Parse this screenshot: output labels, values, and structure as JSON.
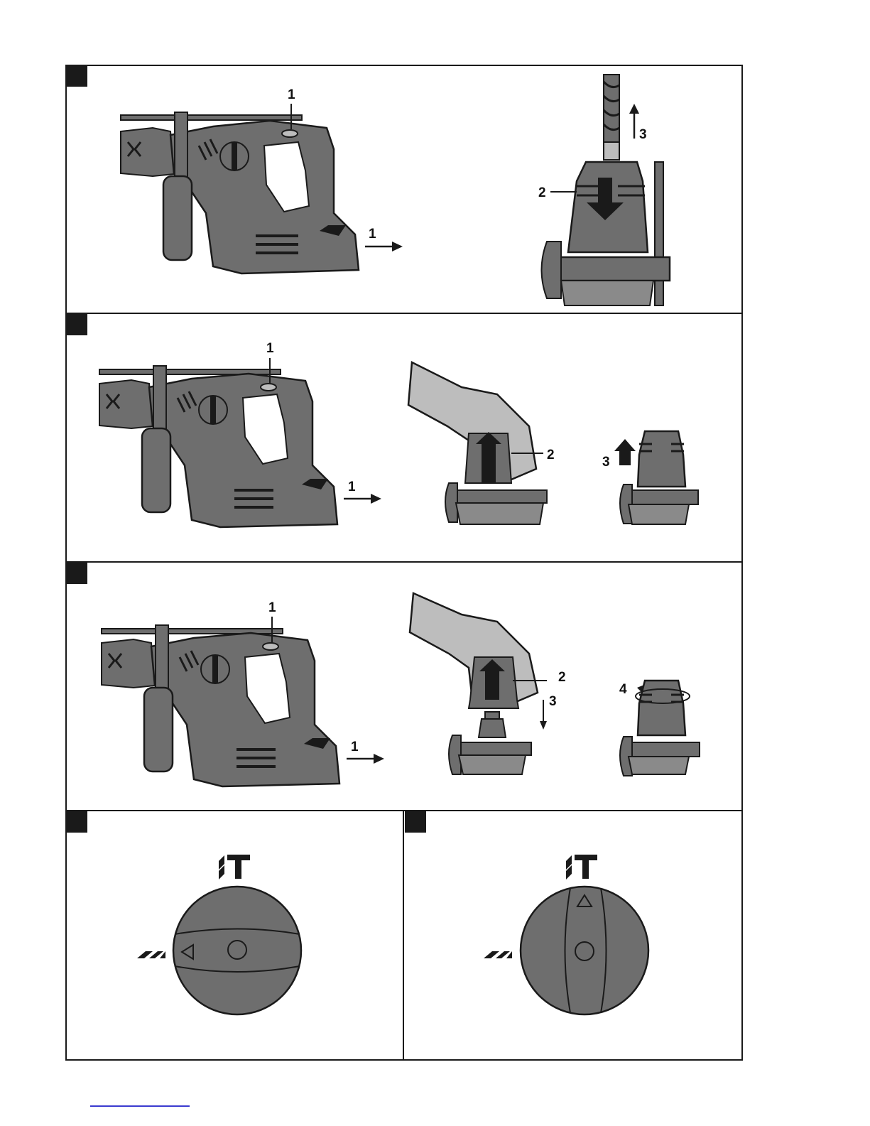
{
  "colors": {
    "tool_gray": "#6e6e6e",
    "dark": "#1a1a1a",
    "light_gray": "#bdbdbd",
    "link": "#3a3ad0"
  },
  "panels": [
    {
      "callouts": [
        "1",
        "1",
        "2",
        "3"
      ]
    },
    {
      "callouts": [
        "1",
        "1",
        "2",
        "3"
      ]
    },
    {
      "callouts": [
        "1",
        "1",
        "2",
        "3",
        "4"
      ]
    },
    {
      "icons": [
        "hammer-drill-icon",
        "drill-only-icon"
      ]
    },
    {
      "icons": [
        "hammer-drill-icon",
        "drill-only-icon"
      ]
    }
  ]
}
